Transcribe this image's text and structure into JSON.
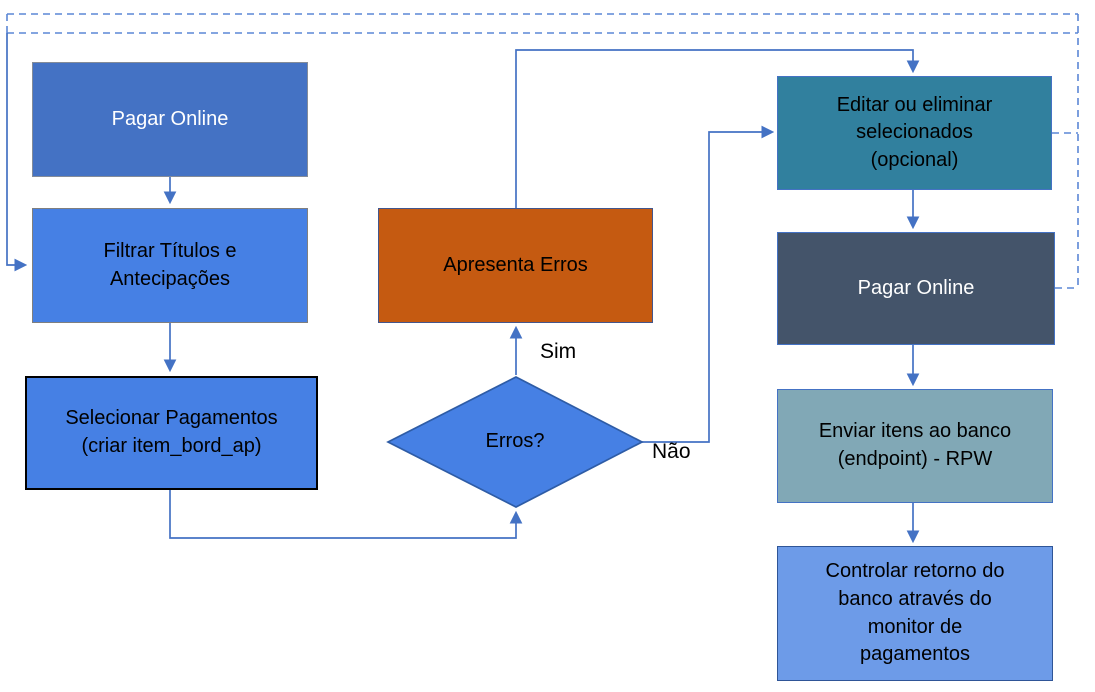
{
  "diagram": {
    "background_color": "#FFFFFF",
    "connector_color": "#4472C4",
    "dashed_connector_color": "#5B87D5",
    "nodes": {
      "pagar_online_left": {
        "label": "Pagar Online",
        "fill": "#4472C4",
        "text_color": "#FFFFFF",
        "border_color": "#848C99"
      },
      "filtrar_titulos": {
        "label": "Filtrar Títulos e\nAntecipações",
        "fill": "#4680E4",
        "text_color": "#000000",
        "border_color": "#7F7F7F"
      },
      "selecionar_pagamentos": {
        "label": "Selecionar Pagamentos\n(criar item_bord_ap)",
        "fill": "#4680E4",
        "text_color": "#000000",
        "border_color": "#000000"
      },
      "apresenta_erros": {
        "label": "Apresenta Erros",
        "fill": "#C55A11",
        "text_color": "#000000",
        "border_color": "#44568C"
      },
      "erros_decision": {
        "label": "Erros?",
        "fill": "#4680E4",
        "text_color": "#000000",
        "border_color": "#2E5CA6"
      },
      "editar_eliminar": {
        "label": "Editar ou eliminar\nselecionados\n(opcional)",
        "fill": "#31809E",
        "text_color": "#000000",
        "border_color": "#4472C4"
      },
      "pagar_online_right": {
        "label": "Pagar Online",
        "fill": "#44546A",
        "text_color": "#FFFFFF",
        "border_color": "#4472C4"
      },
      "enviar_itens": {
        "label": "Enviar itens ao banco\n(endpoint) - RPW",
        "fill": "#81A8B6",
        "text_color": "#000000",
        "border_color": "#4472C4"
      },
      "controlar_retorno": {
        "label": "Controlar retorno do\nbanco através do\nmonitor de\npagamentos",
        "fill": "#6D9BE8",
        "text_color": "#000000",
        "border_color": "#2F5597"
      }
    },
    "edge_labels": {
      "sim": "Sim",
      "nao": "Não"
    }
  }
}
